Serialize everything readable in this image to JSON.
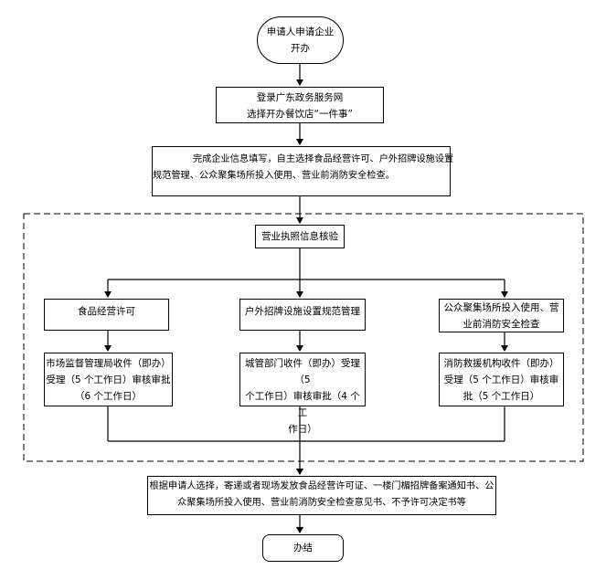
{
  "flow": {
    "start": {
      "line1": "申请人申请企业",
      "line2": "开办"
    },
    "login": {
      "line1": "登录广东政务服务网",
      "line2": "选择开办餐饮店“一件事”"
    },
    "fill_info": {
      "line1": "完成企业信息填写，自主选择食品经营许可、户外招牌设施设置",
      "line2": "规范管理、公众聚集场所投入使用、营业前消防安全检查。"
    },
    "license_check": {
      "label": "营业执照信息核验"
    },
    "branches": [
      {
        "title": {
          "line1": "食品经营许可"
        },
        "process": {
          "line1": "市场监督管理局收件（即办）",
          "line2": "受理（5 个工作日）审核审批",
          "line3": "（6 个工作日）"
        }
      },
      {
        "title": {
          "line1": "户外招牌设施设置规范管理"
        },
        "process": {
          "line1": "城管部门收件（即办）受理（5",
          "line2": "个工作日）审核审批（4 个工",
          "line3": "作日）"
        }
      },
      {
        "title": {
          "line1": "公众聚集场所投入使用、营",
          "line2": "业前消防安全检查"
        },
        "process": {
          "line1": "消防救援机构收件（即办）",
          "line2": "受理（5 个工作日）审核审",
          "line3": "批（5 个工作日）"
        }
      }
    ],
    "result": {
      "line1": "根据申请人选择，寄递或者现场发放食品经营许可证、一楼门楣招牌备案通知书、公",
      "line2": "众聚集场所投入使用、营业前消防安全检查意见书、不予许可决定书等"
    },
    "end": {
      "label": "办结"
    }
  }
}
